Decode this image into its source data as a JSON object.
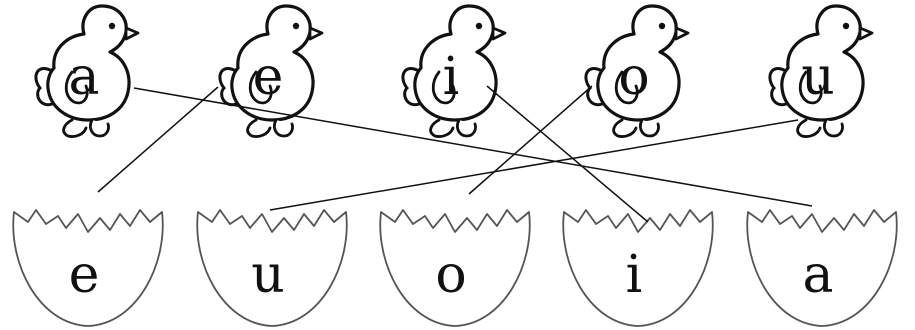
{
  "worksheet": {
    "chick_letters": [
      "a",
      "e",
      "i",
      "o",
      "u"
    ],
    "eggshell_letters": [
      "e",
      "u",
      "o",
      "i",
      "a"
    ],
    "matches": [
      {
        "from": "a",
        "to": "a"
      },
      {
        "from": "e",
        "to": "e"
      },
      {
        "from": "i",
        "to": "i"
      },
      {
        "from": "o",
        "to": "o"
      },
      {
        "from": "u",
        "to": "u"
      }
    ]
  },
  "colors": {
    "ink": "#111111",
    "shell_outline": "#555555",
    "background": "#ffffff"
  }
}
